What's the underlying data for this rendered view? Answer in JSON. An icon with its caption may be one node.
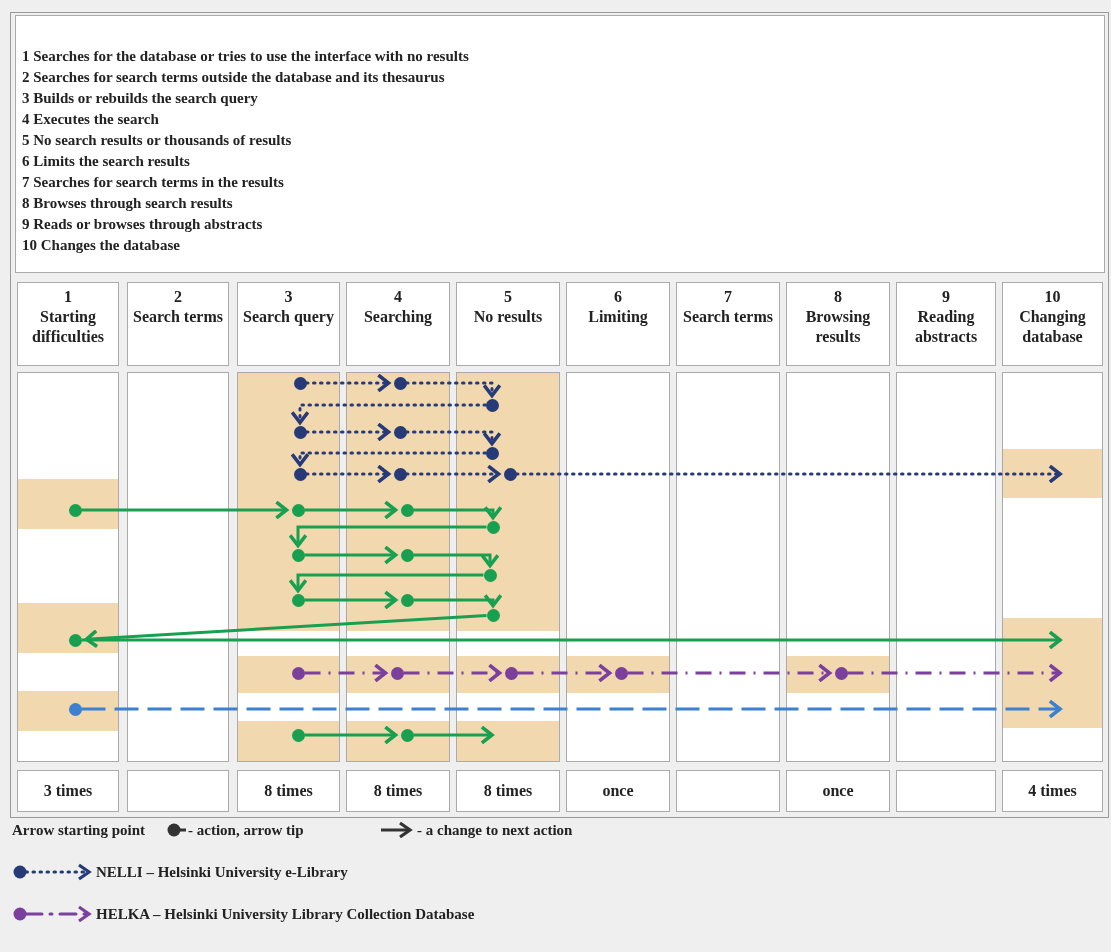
{
  "diagram": {
    "nodes": [
      {
        "text": [
          "1 Searches for the database or tries to use the interface with no results",
          "2 Searches for search terms outside the database and its thesaurus",
          "3 Builds or rebuilds the search query",
          "4 Executes the search",
          "5 No search results or thousands of results",
          "6 Limits the search results",
          "7 Searches for search terms in the results",
          "8 Browses through search results",
          "9 Reads or browses through abstracts",
          "10 Changes the database"
        ]
      },
      {
        "text": [
          "1",
          "Starting difficulties"
        ]
      },
      {
        "text": [
          "2",
          "Search terms"
        ]
      },
      {
        "text": [
          "3",
          "Search query"
        ]
      },
      {
        "text": [
          "4",
          "Searching"
        ]
      },
      {
        "text": [
          "5",
          "No results"
        ]
      },
      {
        "text": [
          "6",
          "Limiting"
        ]
      },
      {
        "text": [
          "7",
          "Search terms"
        ]
      },
      {
        "text": [
          "8",
          "Browsing results"
        ]
      },
      {
        "text": [
          "9",
          "Reading abstracts"
        ]
      },
      {
        "text": [
          "10",
          "Changing database"
        ]
      },
      {
        "text": [
          "3 times"
        ]
      },
      {
        "text": [],
        "shape": "box"
      },
      {
        "text": [
          "8 times"
        ]
      },
      {
        "text": [
          "8 times"
        ]
      },
      {
        "text": [
          "8 times"
        ]
      },
      {
        "text": [
          "once"
        ]
      },
      {
        "text": [],
        "shape": "box"
      },
      {
        "text": [
          "once"
        ]
      },
      {
        "text": [],
        "shape": "box"
      },
      {
        "text": [
          "4 times"
        ]
      },
      {
        "text": [],
        "shape": "circle"
      },
      {
        "text": [],
        "shape": "circle"
      },
      {
        "text": [],
        "shape": "circle"
      },
      {
        "text": [],
        "shape": "circle"
      },
      {
        "text": [],
        "shape": "circle"
      },
      {
        "text": [],
        "shape": "circle"
      },
      {
        "text": [],
        "shape": "circle"
      },
      {
        "text": [],
        "shape": "circle"
      },
      {
        "text": [],
        "shape": "circle"
      },
      {
        "text": [],
        "shape": "circle"
      },
      {
        "text": [],
        "shape": "circle"
      },
      {
        "text": [],
        "shape": "circle"
      },
      {
        "text": [],
        "shape": "circle"
      },
      {
        "text": [],
        "shape": "circle"
      },
      {
        "text": [],
        "shape": "circle"
      },
      {
        "text": [],
        "shape": "circle"
      },
      {
        "text": [],
        "shape": "circle"
      },
      {
        "text": [],
        "shape": "circle"
      },
      {
        "text": [],
        "shape": "circle"
      },
      {
        "text": [],
        "shape": "circle"
      },
      {
        "text": [],
        "shape": "circle"
      },
      {
        "text": [],
        "shape": "circle"
      },
      {
        "text": [],
        "shape": "circle"
      },
      {
        "text": [],
        "shape": "circle"
      },
      {
        "text": [],
        "shape": "circle"
      },
      {
        "text": [],
        "shape": "circle"
      },
      {
        "text": [],
        "shape": "circle"
      },
      {
        "text": [],
        "shape": "circle"
      }
    ],
    "edges": [
      {
        "from": 21,
        "to": 22,
        "arrow": "to",
        "style": "dashed",
        "color": "#263a78"
      },
      {
        "from": 22,
        "to": 23,
        "arrow": "to",
        "style": "dashed",
        "color": "#263a78"
      },
      {
        "from": 23,
        "to": 24,
        "arrow": "to",
        "style": "dashed",
        "color": "#263a78"
      },
      {
        "from": 24,
        "to": 25,
        "arrow": "to",
        "style": "dashed",
        "color": "#263a78"
      },
      {
        "from": 25,
        "to": 26,
        "arrow": "to",
        "style": "dashed",
        "color": "#263a78"
      },
      {
        "from": 26,
        "to": 27,
        "arrow": "to",
        "style": "dashed",
        "color": "#263a78"
      },
      {
        "from": 27,
        "to": 28,
        "arrow": "to",
        "style": "dashed",
        "color": "#263a78"
      },
      {
        "from": 28,
        "to": 29,
        "arrow": "to",
        "style": "dashed",
        "color": "#263a78"
      },
      {
        "from": 29,
        "to": null,
        "arrow": "to",
        "style": "dashed",
        "color": "#263a78"
      },
      {
        "from": 30,
        "to": 31,
        "arrow": "to"
      },
      {
        "from": 31,
        "to": 32,
        "arrow": "to"
      },
      {
        "from": 32,
        "to": 33,
        "arrow": "to"
      },
      {
        "from": 33,
        "to": 34,
        "arrow": "to"
      },
      {
        "from": 34,
        "to": 35,
        "arrow": "to"
      },
      {
        "from": 35,
        "to": 36,
        "arrow": "to"
      },
      {
        "from": 36,
        "to": 37,
        "arrow": "to"
      },
      {
        "from": 37,
        "to": 38,
        "arrow": "to"
      },
      {
        "from": 38,
        "to": 39,
        "arrow": "to"
      },
      {
        "from": 39,
        "to": 40,
        "arrow": "to"
      },
      {
        "from": 40,
        "to": null,
        "arrow": "to"
      },
      {
        "from": 41,
        "to": 42,
        "arrow": "to",
        "style": "dashed",
        "color": "#7b3f9e"
      },
      {
        "from": 42,
        "to": 43,
        "arrow": "to",
        "style": "dashed",
        "color": "#7b3f9e"
      },
      {
        "from": 43,
        "to": 44,
        "arrow": "to",
        "style": "dashed",
        "color": "#7b3f9e"
      },
      {
        "from": 44,
        "to": 45,
        "arrow": "to",
        "style": "dashed",
        "color": "#7b3f9e"
      },
      {
        "from": 45,
        "to": null,
        "arrow": "to",
        "style": "dashed",
        "color": "#7b3f9e"
      },
      {
        "from": 46,
        "to": null,
        "arrow": "to",
        "style": "dashed",
        "color": "#3d80d0"
      },
      {
        "from": 47,
        "to": 48,
        "arrow": "to"
      },
      {
        "from": 48,
        "to": null,
        "arrow": "to"
      }
    ],
    "labels": [
      "Arrow starting point",
      "- action, arrow tip",
      "- a change to next action"
    ],
    "legend": [
      {
        "text": "NELLI – Helsinki University e-Library"
      },
      {
        "text": "HELKA – Helsinki University Library Collection Database"
      }
    ]
  }
}
